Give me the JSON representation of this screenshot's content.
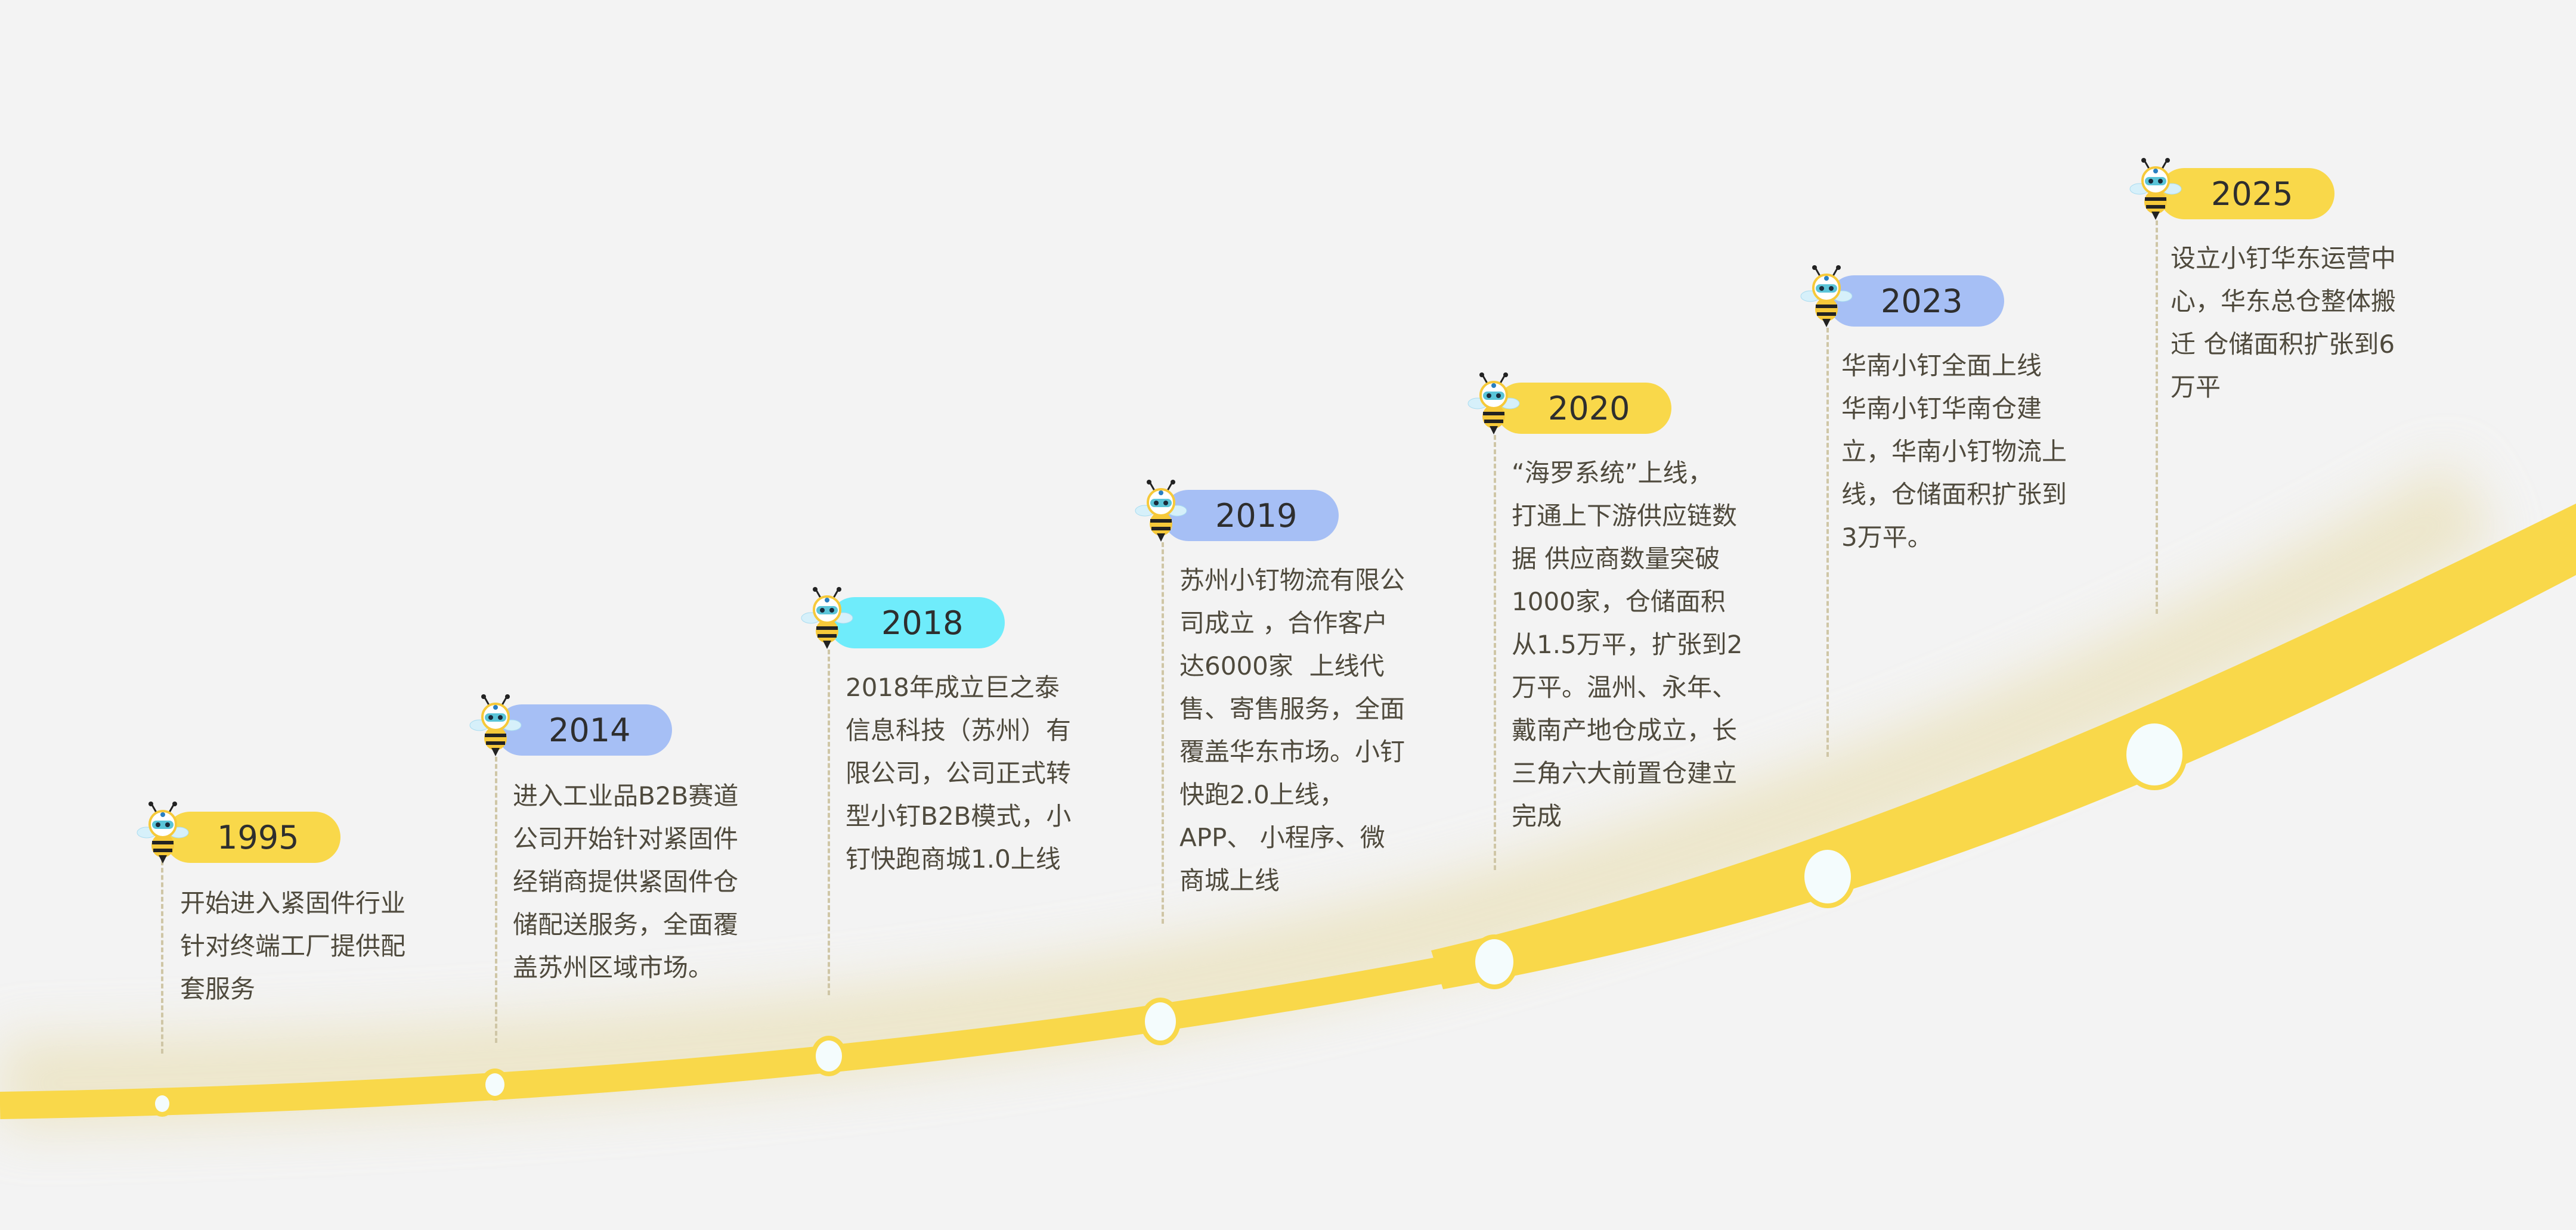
{
  "colors": {
    "background": "#f3f3f3",
    "curve": "#f9d84a",
    "node_fill": "#f4fcfd",
    "pill_yellow": "#f9d84a",
    "pill_blue": "#a6bff5",
    "pill_cyan": "#6fecfb",
    "text": "#4f4a3d",
    "year_text": "#2e2e2e"
  },
  "timeline": {
    "icon": "bee-mascot-icon",
    "milestones": [
      {
        "year": "1995",
        "pill_color": "yellow",
        "description": "开始进入紧固件行业\n针对终端工厂提供配\n套服务"
      },
      {
        "year": "2014",
        "pill_color": "blue",
        "description": "进入工业品B2B赛道\n公司开始针对紧固件\n经销商提供紧固件仓\n储配送服务，全面覆\n盖苏州区域市场。"
      },
      {
        "year": "2018",
        "pill_color": "cyan",
        "description": "2018年成立巨之泰\n信息科技（苏州）有\n限公司，公司正式转\n型小钉B2B模式，小\n钉快跑商城1.0上线"
      },
      {
        "year": "2019",
        "pill_color": "blue",
        "description": "苏州小钉物流有限公\n司成立 ，合作客户\n达6000家  上线代\n售、寄售服务，全面\n覆盖华东市场。小钉\n快跑2.0上线，\nAPP、 小程序、微\n商城上线"
      },
      {
        "year": "2020",
        "pill_color": "yellow",
        "description": "“海罗系统”上线，\n打通上下游供应链数\n据 供应商数量突破\n1000家，仓储面积\n从1.5万平，扩张到2\n万平。温州、永年、\n戴南产地仓成立，长\n三角六大前置仓建立\n完成"
      },
      {
        "year": "2023",
        "pill_color": "blue",
        "description": "华南小钉全面上线\n华南小钉华南仓建\n立，华南小钉物流上\n线，仓储面积扩张到\n3万平。"
      },
      {
        "year": "2025",
        "pill_color": "yellow",
        "description": "设立小钉华东运营中\n心，华东总仓整体搬\n迁 仓储面积扩张到6\n万平"
      }
    ]
  }
}
